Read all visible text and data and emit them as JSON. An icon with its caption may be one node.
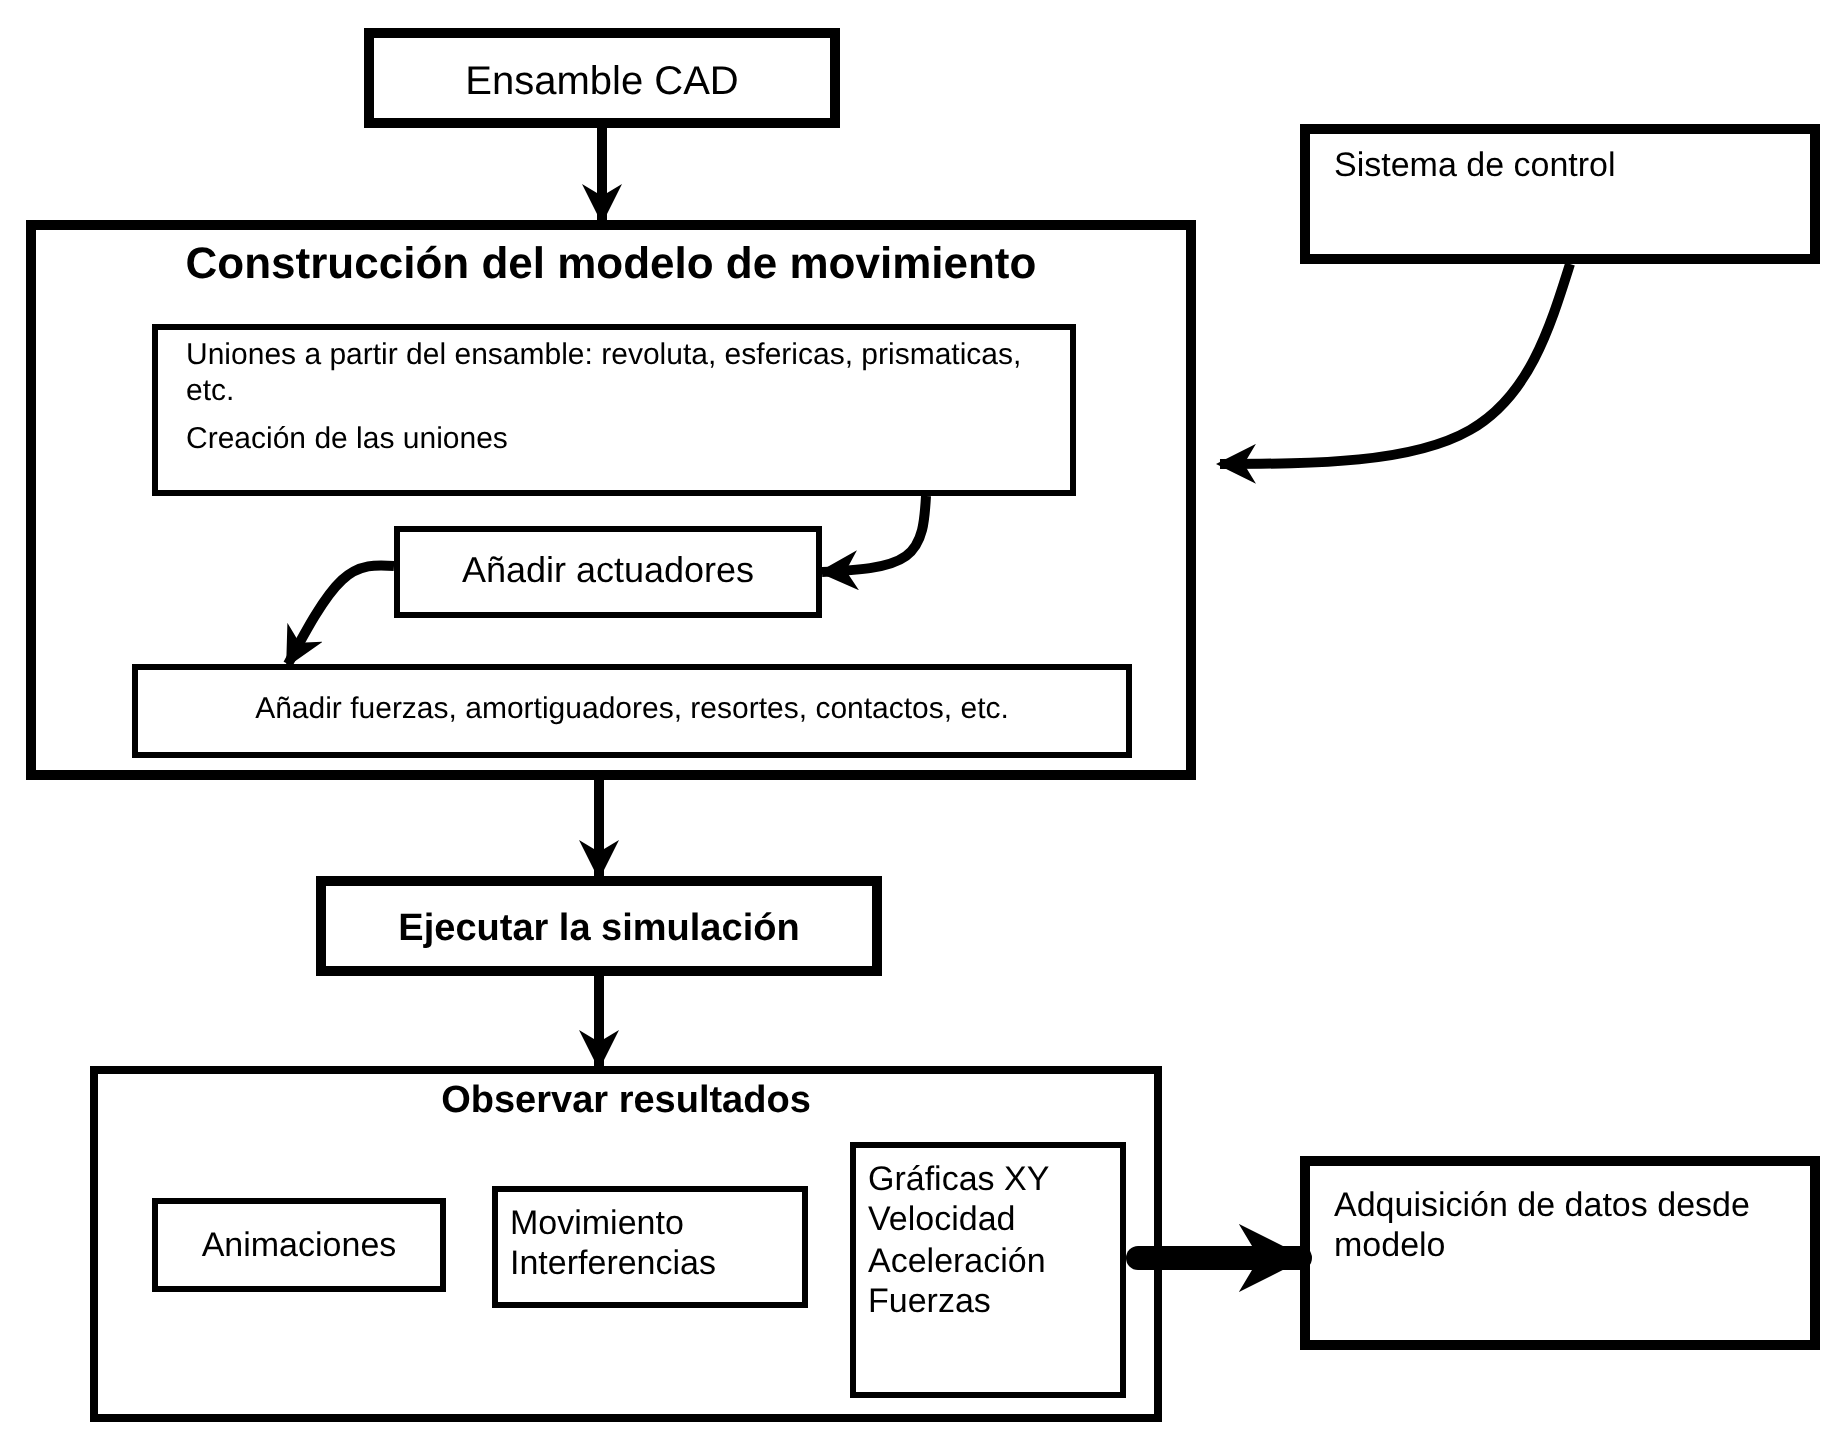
{
  "diagram": {
    "nodes": [
      {
        "text": [
          "Ensamble CAD"
        ]
      },
      {
        "text": [
          "Construcción del modelo de movimiento"
        ]
      },
      {
        "text": [
          "Uniones a partir del ensamble: revoluta, esfericas, prismaticas, etc.",
          "Creación de las uniones"
        ],
        "in": 1
      },
      {
        "text": [
          "Añadir actuadores"
        ],
        "in": 1
      },
      {
        "text": [
          "Añadir fuerzas, amortiguadores, resortes, contactos, etc."
        ],
        "in": 1
      },
      {
        "text": [
          "Sistema de control"
        ]
      },
      {
        "text": [
          "Ejecutar la simulación"
        ]
      },
      {
        "text": [
          "Observar resultados"
        ]
      },
      {
        "text": [
          "Animaciones"
        ],
        "in": 7
      },
      {
        "text": [
          "Movimiento",
          "Interferencias"
        ],
        "in": 7
      },
      {
        "text": [
          "Gráficas XY",
          "Velocidad",
          "Aceleración",
          "Fuerzas"
        ],
        "in": 7
      },
      {
        "text": [
          "Adquisición de datos desde modelo"
        ]
      }
    ],
    "edges": [
      {
        "from": 0,
        "to": 1,
        "arrow": "to"
      },
      {
        "from": 2,
        "to": 3,
        "arrow": "to"
      },
      {
        "from": 3,
        "to": 4,
        "arrow": "to"
      },
      {
        "from": 5,
        "to": 1,
        "arrow": "to"
      },
      {
        "from": 1,
        "to": 6,
        "arrow": "to"
      },
      {
        "from": 6,
        "to": 7,
        "arrow": "to"
      },
      {
        "from": 10,
        "to": 11,
        "arrow": "to",
        "style": "thick"
      }
    ]
  }
}
